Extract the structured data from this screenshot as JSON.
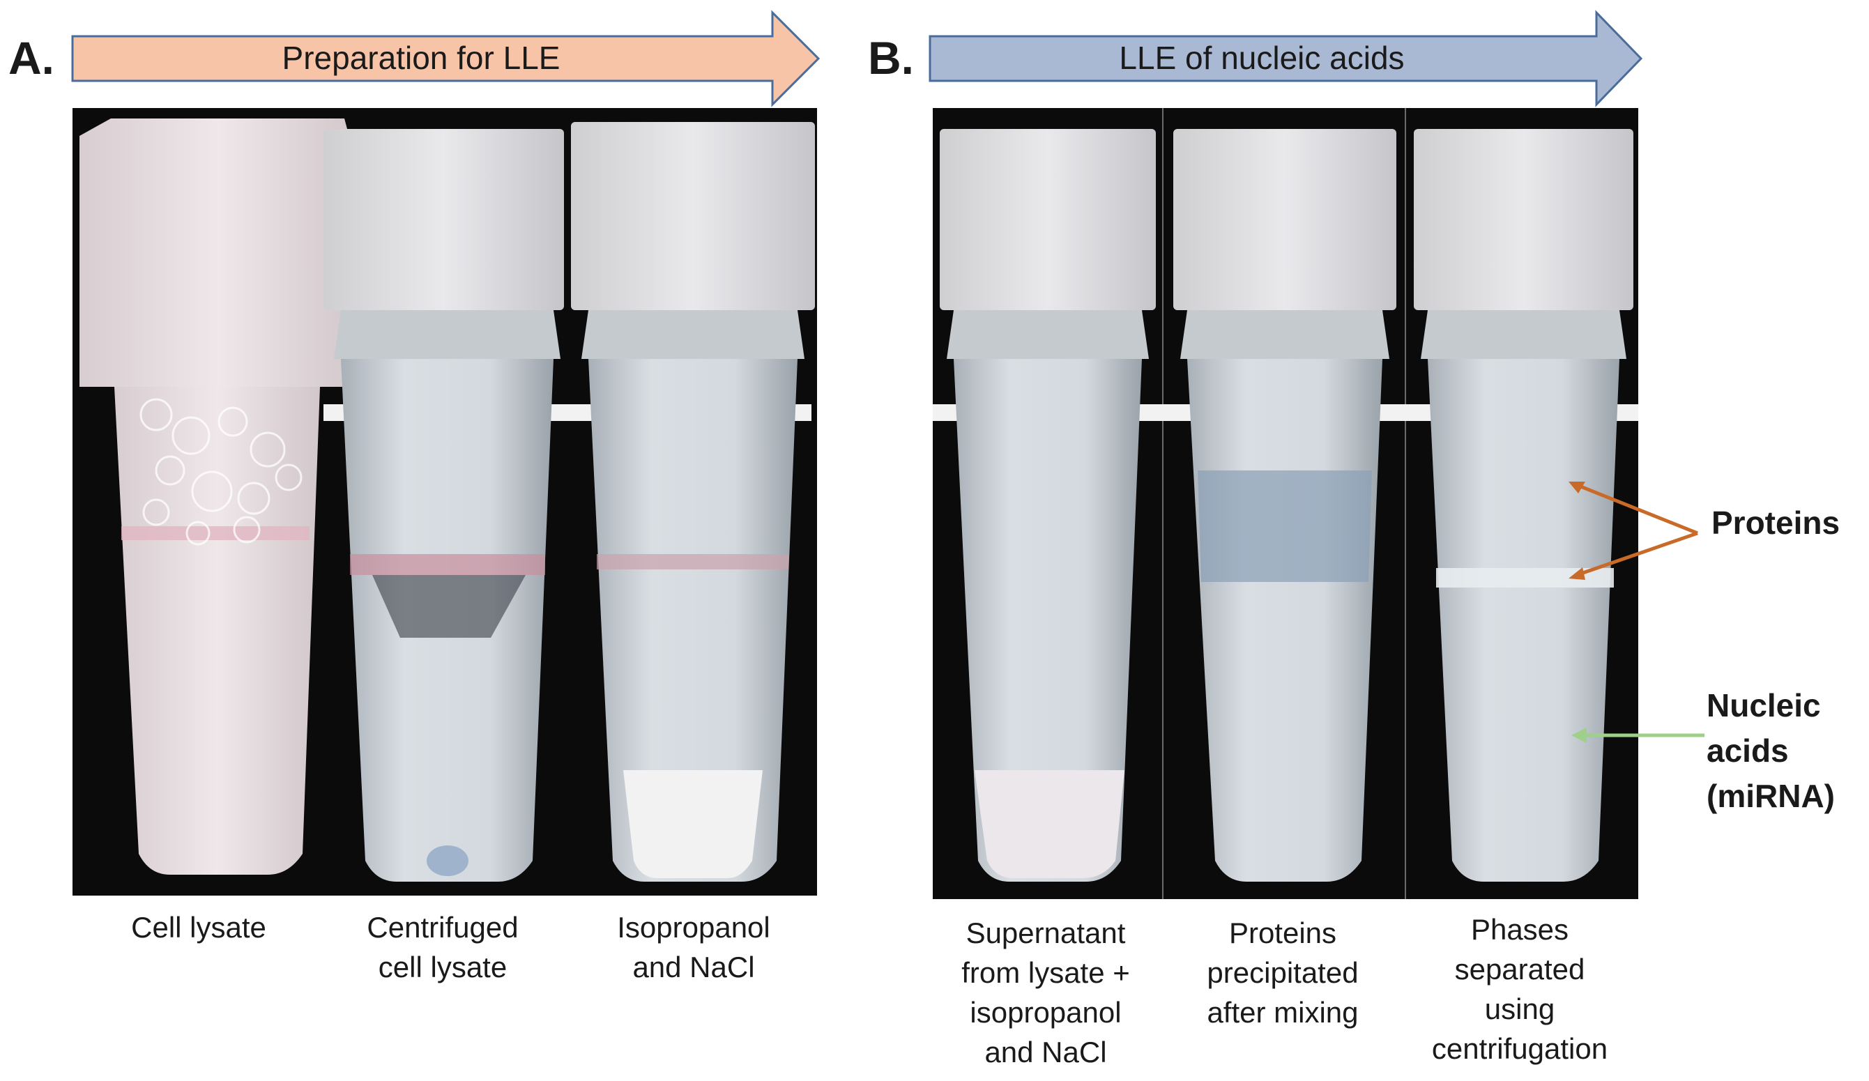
{
  "panel_a": {
    "letter": "A.",
    "arrow_label": "Preparation for LLE",
    "arrow_color": "#f7c4a8",
    "captions": [
      [
        "Cell lysate"
      ],
      [
        "Centrifuged",
        "cell lysate"
      ],
      [
        "Isopropanol",
        "and NaCl"
      ]
    ]
  },
  "panel_b": {
    "letter": "B.",
    "arrow_label": "LLE of nucleic acids",
    "arrow_color": "#a9b9d3",
    "captions": [
      [
        "Supernatant",
        "from lysate +",
        "isopropanol",
        "and NaCl"
      ],
      [
        "Proteins",
        "precipitated",
        "after mixing"
      ],
      [
        "Phases",
        "separated",
        "using",
        "centrifugation"
      ]
    ]
  },
  "annotations": {
    "proteins": "Proteins",
    "nucleic_acids": [
      "Nucleic",
      "acids",
      "(miRNA)"
    ],
    "proteins_arrow_color": "#c96a28",
    "nucleic_arrow_color": "#9ed08a"
  }
}
